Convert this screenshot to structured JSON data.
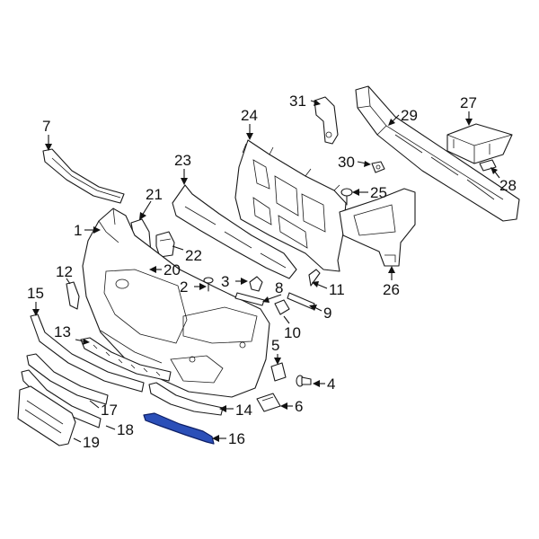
{
  "diagram": {
    "highlight_color": "#2b4fb8",
    "line_color": "#1a1a1a",
    "callouts": [
      {
        "id": "c1",
        "label": "1"
      },
      {
        "id": "c2",
        "label": "2"
      },
      {
        "id": "c3",
        "label": "3"
      },
      {
        "id": "c4",
        "label": "4"
      },
      {
        "id": "c5",
        "label": "5"
      },
      {
        "id": "c6",
        "label": "6"
      },
      {
        "id": "c7",
        "label": "7"
      },
      {
        "id": "c8",
        "label": "8"
      },
      {
        "id": "c9",
        "label": "9"
      },
      {
        "id": "c10",
        "label": "10"
      },
      {
        "id": "c11",
        "label": "11"
      },
      {
        "id": "c12",
        "label": "12"
      },
      {
        "id": "c13",
        "label": "13"
      },
      {
        "id": "c14",
        "label": "14"
      },
      {
        "id": "c15",
        "label": "15"
      },
      {
        "id": "c16",
        "label": "16"
      },
      {
        "id": "c17",
        "label": "17"
      },
      {
        "id": "c18",
        "label": "18"
      },
      {
        "id": "c19",
        "label": "19"
      },
      {
        "id": "c20",
        "label": "20"
      },
      {
        "id": "c21",
        "label": "21"
      },
      {
        "id": "c22",
        "label": "22"
      },
      {
        "id": "c23",
        "label": "23"
      },
      {
        "id": "c24",
        "label": "24"
      },
      {
        "id": "c25",
        "label": "25"
      },
      {
        "id": "c26",
        "label": "26"
      },
      {
        "id": "c27",
        "label": "27"
      },
      {
        "id": "c28",
        "label": "28"
      },
      {
        "id": "c29",
        "label": "29"
      },
      {
        "id": "c30",
        "label": "30"
      },
      {
        "id": "c31",
        "label": "31"
      }
    ],
    "highlighted_part": "16"
  }
}
